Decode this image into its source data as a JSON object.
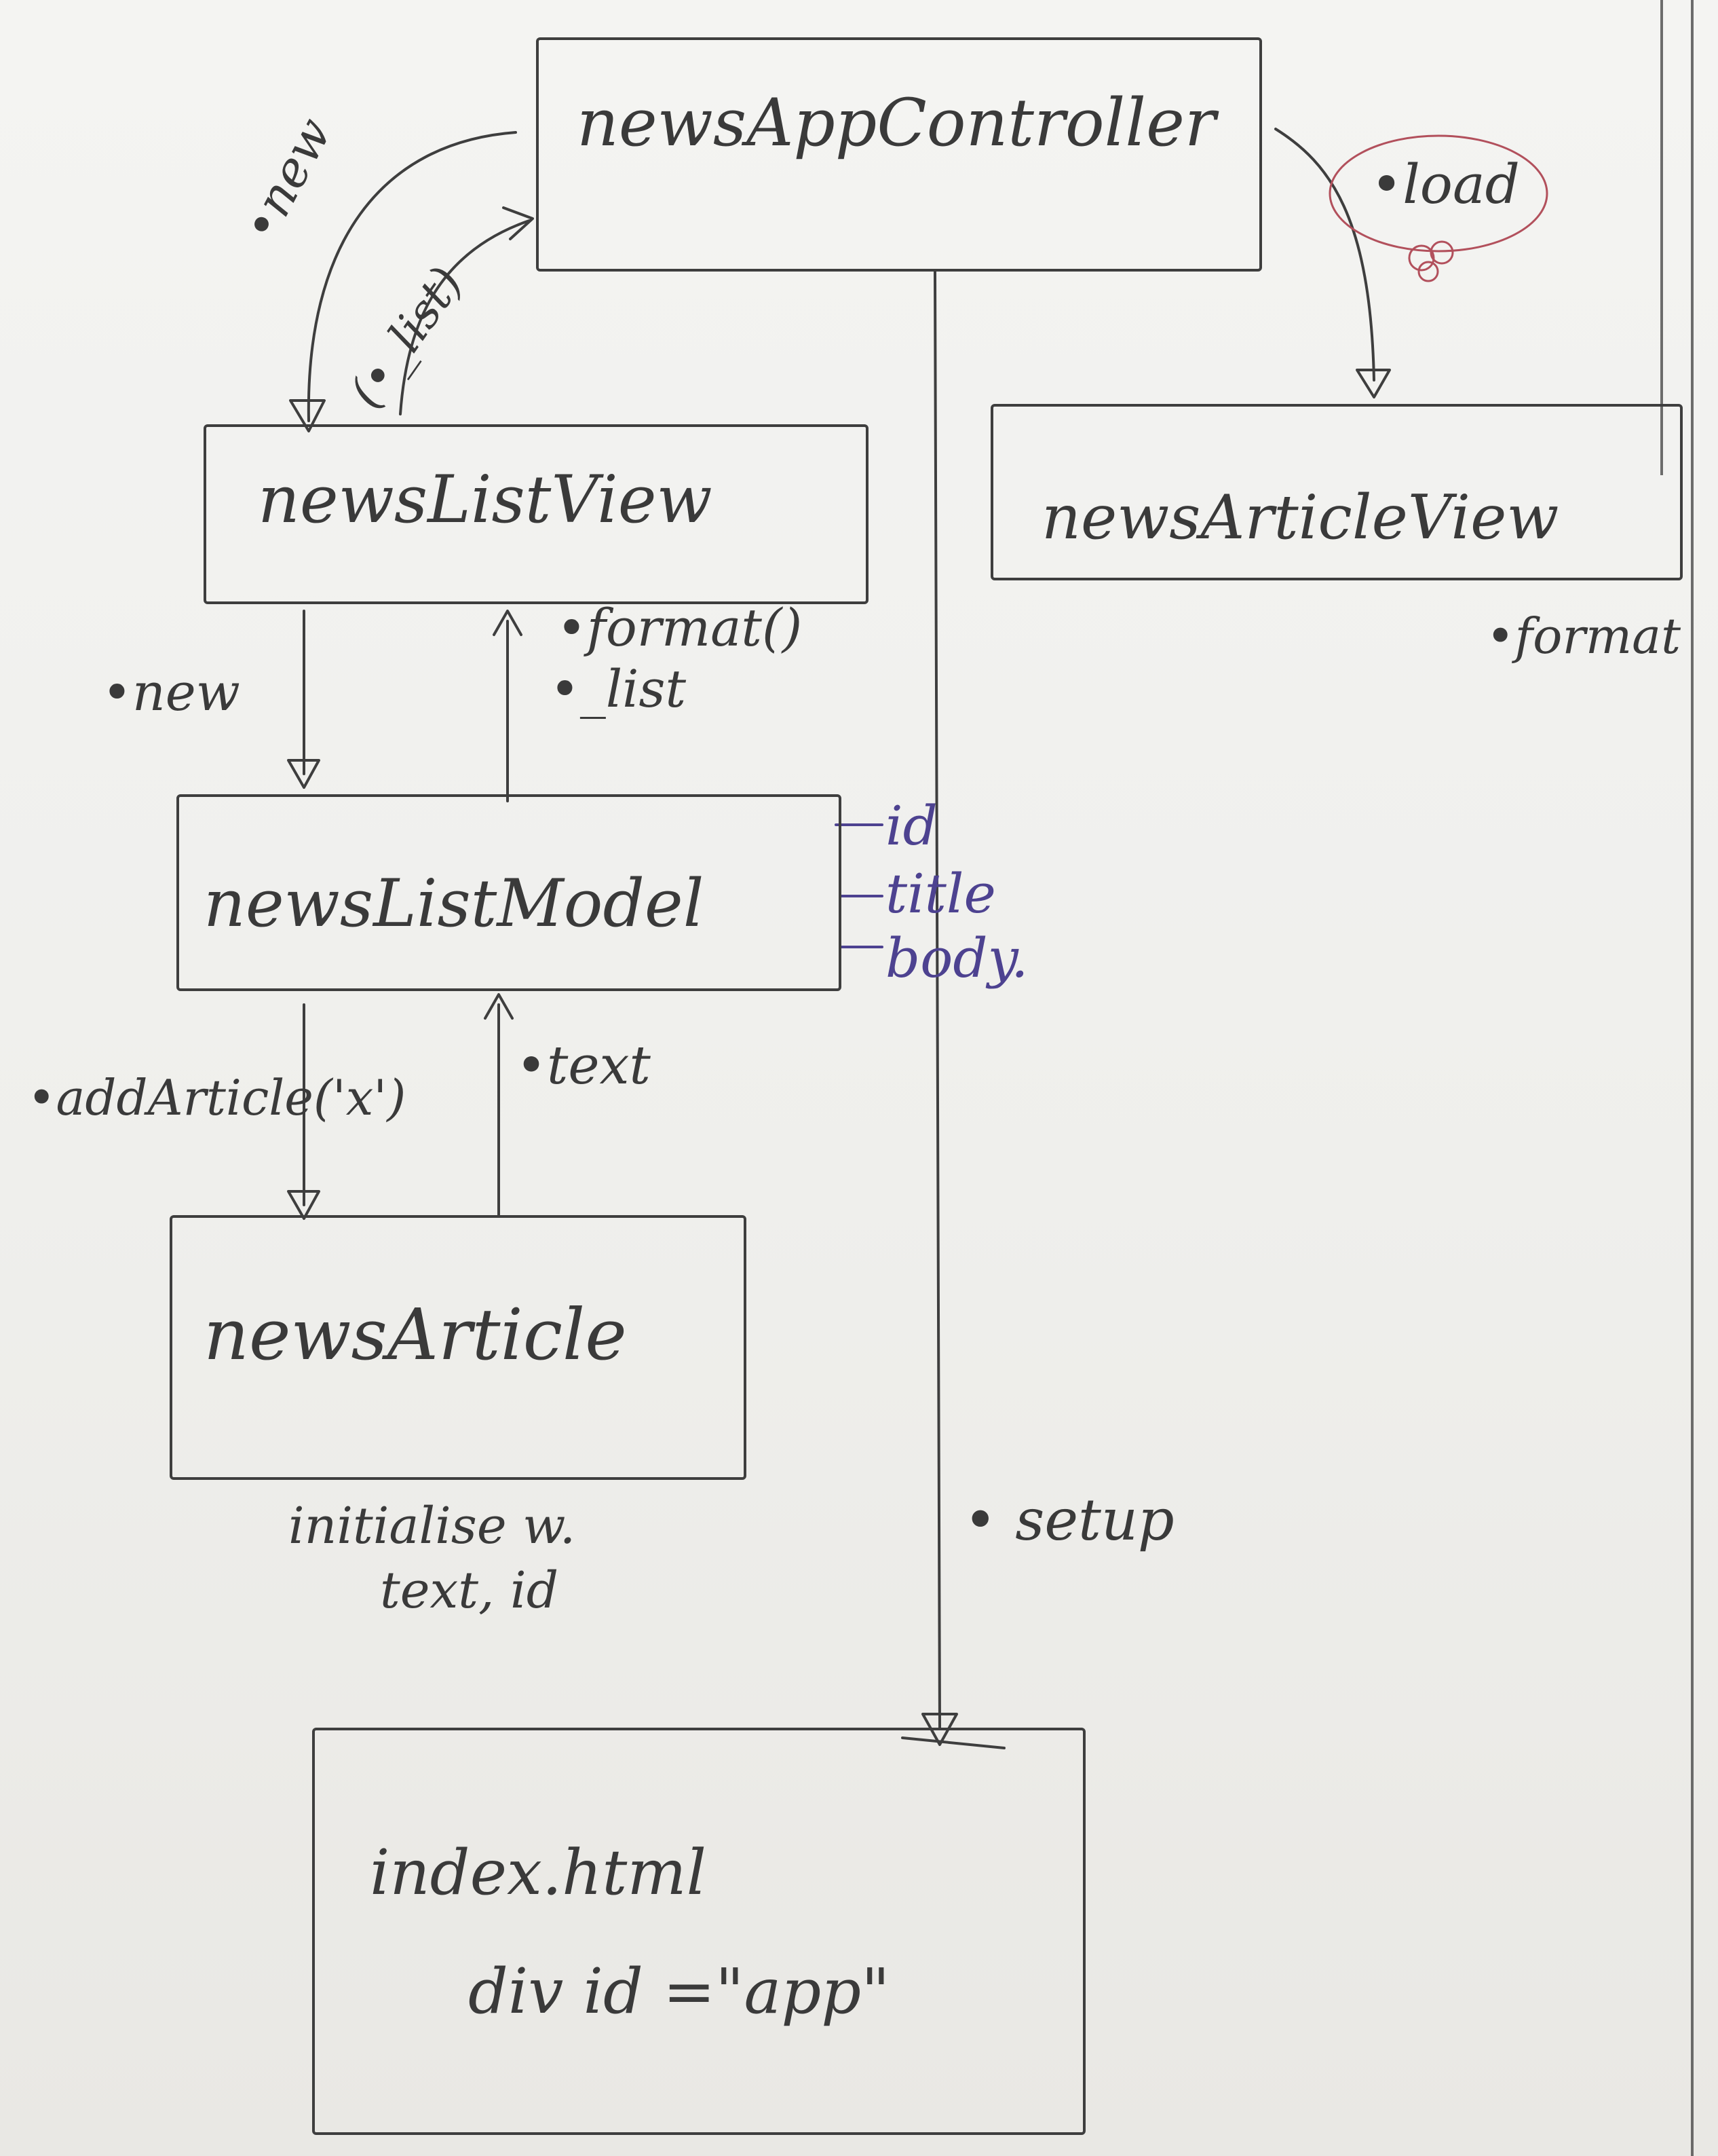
{
  "colors": {
    "ink": "#3a3a3a",
    "purple_ink": "#4d4290",
    "red_ink": "#b2505c",
    "paper": "#f1f1ef"
  },
  "boxes": {
    "news_app_controller": "newsAppController",
    "news_list_view": "newsListView",
    "news_article_view": "newsArticleView",
    "news_list_model": "newsListModel",
    "news_article": "newsArticle",
    "index_html_line1": "index.html",
    "index_html_line2": "div id =\"app\""
  },
  "annotations": {
    "controller_to_listview": "•new",
    "listview_to_controller": "(•_list)",
    "controller_to_articleview": "•load",
    "articleview_format": "•format",
    "listview_to_model": "•new",
    "model_to_listview_1": "•format()",
    "model_to_listview_2": "•_list",
    "model_field_id": "id",
    "model_field_title": "title",
    "model_field_body": "body.",
    "model_to_article": "•addArticle('x')",
    "article_to_model": "•text",
    "article_init_line1": "initialise w.",
    "article_init_line2": "text, id",
    "controller_to_index": "• setup"
  }
}
